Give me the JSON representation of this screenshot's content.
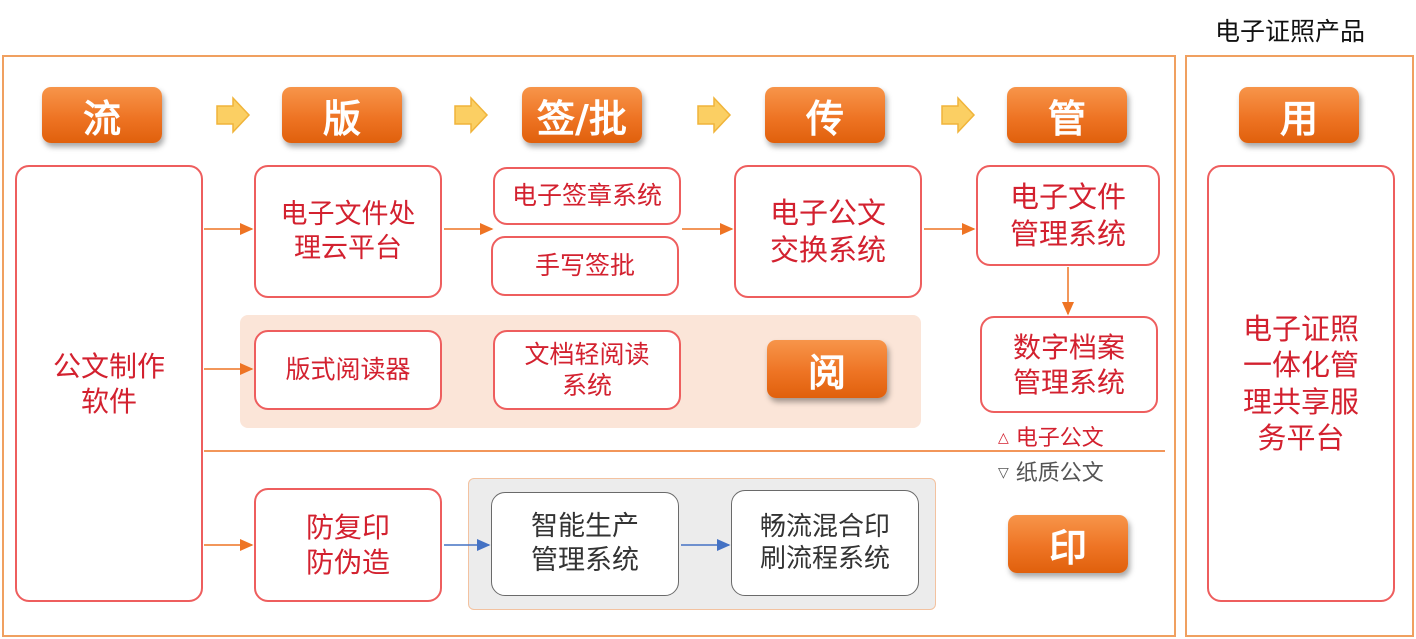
{
  "title": "电子证照产品",
  "stages": [
    "流",
    "版",
    "签/批",
    "传",
    "管"
  ],
  "use_stage": "用",
  "boxes": {
    "doc_software": "公文制作\n软件",
    "cloud_platform": "电子文件处\n理云平台",
    "e_seal": "电子签章系统",
    "handwrite": "手写签批",
    "exchange": "电子公文\n交换系统",
    "file_mgmt": "电子文件\n管理系统",
    "archive": "数字档案\n管理系统",
    "reader": "版式阅读器",
    "light_reader": "文档轻阅读\n系统",
    "anti_copy": "防复印\n防伪造",
    "smart_prod": "智能生产\n管理系统",
    "hybrid_print": "畅流混合印\n刷流程系统",
    "license": "电子证照\n一体化管\n理共享服\n务平台"
  },
  "read_label": "阅",
  "print_label": "印",
  "legend": {
    "electronic": "电子公文",
    "electronic_mark": "△",
    "paper": "纸质公文",
    "paper_mark": "▽"
  },
  "colors": {
    "orange": "#ee7424",
    "red_text": "#d3212f",
    "red_border": "#ee5e5e",
    "blue_arrow": "#4472c4",
    "frame": "#f0a060"
  }
}
